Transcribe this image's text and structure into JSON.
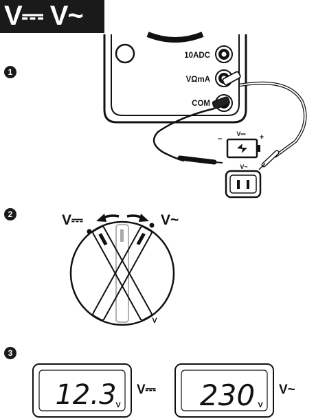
{
  "header": {
    "title": "V⎓ V~"
  },
  "steps": {
    "one": "1",
    "two": "2",
    "three": "3"
  },
  "meter": {
    "jacks": [
      "10ADC",
      "VΩmA",
      "COM"
    ]
  },
  "sources": {
    "battery_label": "V⎓",
    "battery_minus": "–",
    "battery_plus": "+",
    "outlet_label": "V~"
  },
  "dial": {
    "left_label": "V⎓",
    "right_label": "V~",
    "bottom_mark": "V"
  },
  "displays": [
    {
      "reading": "12.3",
      "unit": "V",
      "mode": "V⎓"
    },
    {
      "reading": "230",
      "unit": "V",
      "mode": "V~"
    }
  ]
}
